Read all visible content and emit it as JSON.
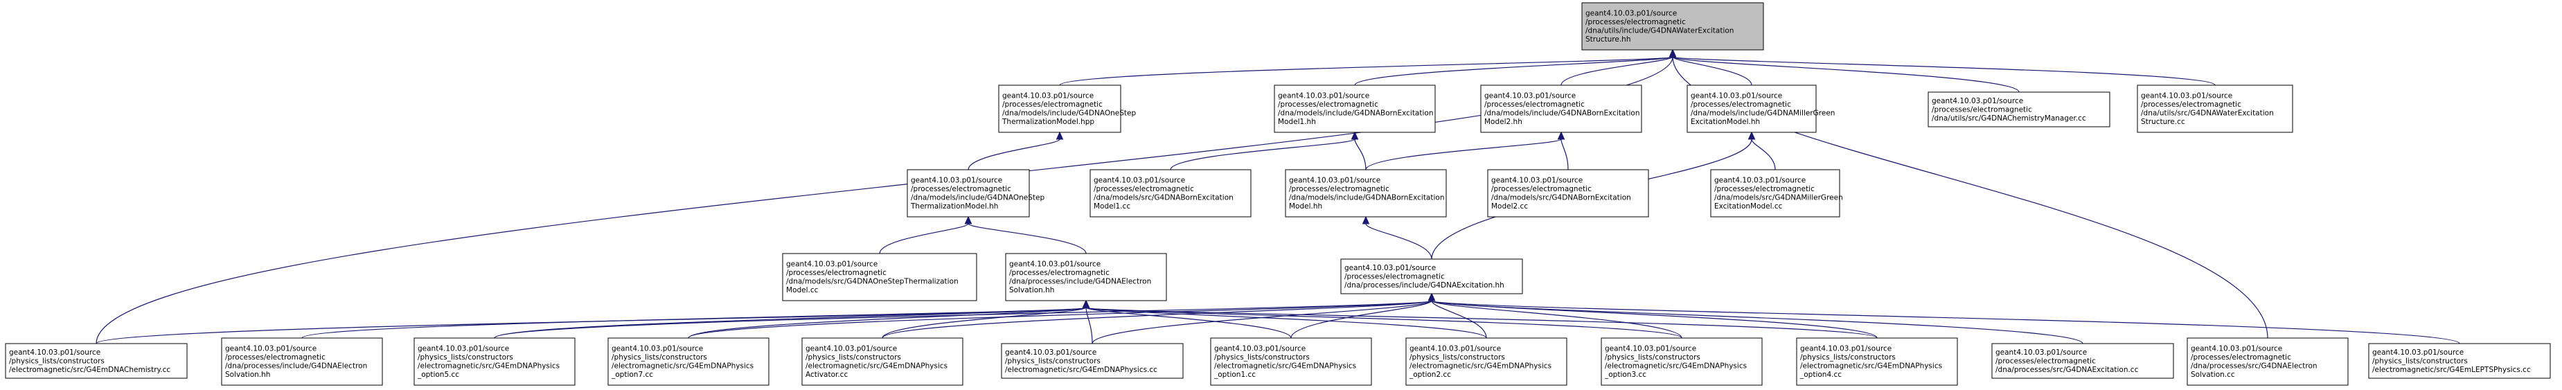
{
  "diagram": {
    "title": "",
    "nodes": [
      {
        "id": "root",
        "lines": [
          "geant4.10.03.p01/source",
          "/processes/electromagnetic",
          "/dna/utils/include/G4DNAWaterExcitation",
          "Structure.hh"
        ]
      },
      {
        "id": "onestep_hpp",
        "lines": [
          "geant4.10.03.p01/source",
          "/processes/electromagnetic",
          "/dna/models/include/G4DNAOneStep",
          "ThermalizationModel.hpp"
        ]
      },
      {
        "id": "born1_hh",
        "lines": [
          "geant4.10.03.p01/source",
          "/processes/electromagnetic",
          "/dna/models/include/G4DNABornExcitation",
          "Model1.hh"
        ]
      },
      {
        "id": "born2_hh",
        "lines": [
          "geant4.10.03.p01/source",
          "/processes/electromagnetic",
          "/dna/models/include/G4DNABornExcitation",
          "Model2.hh"
        ]
      },
      {
        "id": "miller_hh",
        "lines": [
          "geant4.10.03.p01/source",
          "/processes/electromagnetic",
          "/dna/models/include/G4DNAMillerGreen",
          "ExcitationModel.hh"
        ]
      },
      {
        "id": "chemmgr_cc",
        "lines": [
          "geant4.10.03.p01/source",
          "/processes/electromagnetic",
          "/dna/utils/src/G4DNAChemistryManager.cc"
        ]
      },
      {
        "id": "waterexc_cc",
        "lines": [
          "geant4.10.03.p01/source",
          "/processes/electromagnetic",
          "/dna/utils/src/G4DNAWaterExcitation",
          "Structure.cc"
        ]
      },
      {
        "id": "onestep_hh",
        "lines": [
          "geant4.10.03.p01/source",
          "/processes/electromagnetic",
          "/dna/models/include/G4DNAOneStep",
          "ThermalizationModel.hh"
        ]
      },
      {
        "id": "born1_cc",
        "lines": [
          "geant4.10.03.p01/source",
          "/processes/electromagnetic",
          "/dna/models/src/G4DNABornExcitation",
          "Model1.cc"
        ]
      },
      {
        "id": "bornglue_hh",
        "lines": [
          "geant4.10.03.p01/source",
          "/processes/electromagnetic",
          "/dna/models/include/G4DNABornExcitation",
          "Model.hh"
        ]
      },
      {
        "id": "born2_cc",
        "lines": [
          "geant4.10.03.p01/source",
          "/processes/electromagnetic",
          "/dna/models/src/G4DNABornExcitation",
          "Model2.cc"
        ]
      },
      {
        "id": "miller_cc",
        "lines": [
          "geant4.10.03.p01/source",
          "/processes/electromagnetic",
          "/dna/models/src/G4DNAMillerGreen",
          "ExcitationModel.cc"
        ]
      },
      {
        "id": "onestep_cc",
        "lines": [
          "geant4.10.03.p01/source",
          "/processes/electromagnetic",
          "/dna/models/src/G4DNAOneStepThermalization",
          "Model.cc"
        ]
      },
      {
        "id": "esolv_hh",
        "lines": [
          "geant4.10.03.p01/source",
          "/processes/electromagnetic",
          "/dna/processes/include/G4DNAElectron",
          "Solvation.hh"
        ]
      },
      {
        "id": "excitation_hh",
        "lines": [
          "geant4.10.03.p01/source",
          "/processes/electromagnetic",
          "/dna/processes/include/G4DNAExcitation.hh"
        ]
      },
      {
        "id": "emdnachem_cc",
        "lines": [
          "geant4.10.03.p01/source",
          "/physics_lists/constructors",
          "/electromagnetic/src/G4EmDNAChemistry.cc"
        ]
      },
      {
        "id": "esolv_inc_hh",
        "lines": [
          "geant4.10.03.p01/source",
          "/processes/electromagnetic",
          "/dna/processes/include/G4DNAElectron",
          "Solvation.hh"
        ]
      },
      {
        "id": "opt5_cc",
        "lines": [
          "geant4.10.03.p01/source",
          "/physics_lists/constructors",
          "/electromagnetic/src/G4EmDNAPhysics",
          "_option5.cc"
        ]
      },
      {
        "id": "opt7_cc",
        "lines": [
          "geant4.10.03.p01/source",
          "/physics_lists/constructors",
          "/electromagnetic/src/G4EmDNAPhysics",
          "_option7.cc"
        ]
      },
      {
        "id": "activator_cc",
        "lines": [
          "geant4.10.03.p01/source",
          "/physics_lists/constructors",
          "/electromagnetic/src/G4EmDNAPhysics",
          "Activator.cc"
        ]
      },
      {
        "id": "emdnaphys_cc",
        "lines": [
          "geant4.10.03.p01/source",
          "/physics_lists/constructors",
          "/electromagnetic/src/G4EmDNAPhysics.cc"
        ]
      },
      {
        "id": "opt1_cc",
        "lines": [
          "geant4.10.03.p01/source",
          "/physics_lists/constructors",
          "/electromagnetic/src/G4EmDNAPhysics",
          "_option1.cc"
        ]
      },
      {
        "id": "opt2_cc",
        "lines": [
          "geant4.10.03.p01/source",
          "/physics_lists/constructors",
          "/electromagnetic/src/G4EmDNAPhysics",
          "_option2.cc"
        ]
      },
      {
        "id": "opt3_cc",
        "lines": [
          "geant4.10.03.p01/source",
          "/physics_lists/constructors",
          "/electromagnetic/src/G4EmDNAPhysics",
          "_option3.cc"
        ]
      },
      {
        "id": "opt4_cc",
        "lines": [
          "geant4.10.03.p01/source",
          "/physics_lists/constructors",
          "/electromagnetic/src/G4EmDNAPhysics",
          "_option4.cc"
        ]
      },
      {
        "id": "dnaexc_cc",
        "lines": [
          "geant4.10.03.p01/source",
          "/processes/electromagnetic",
          "/dna/processes/src/G4DNAExcitation.cc"
        ]
      },
      {
        "id": "esolv_cc",
        "lines": [
          "geant4.10.03.p01/source",
          "/processes/electromagnetic",
          "/dna/processes/src/G4DNAElectron",
          "Solvation.cc"
        ]
      },
      {
        "id": "lepts_cc",
        "lines": [
          "geant4.10.03.p01/source",
          "/physics_lists/constructors",
          "/electromagnetic/src/G4EmLEPTSPhysics.cc"
        ]
      }
    ],
    "edges": [
      [
        "onestep_hpp",
        "root"
      ],
      [
        "born1_hh",
        "root"
      ],
      [
        "born2_hh",
        "root"
      ],
      [
        "miller_hh",
        "root"
      ],
      [
        "chemmgr_cc",
        "root"
      ],
      [
        "waterexc_cc",
        "root"
      ],
      [
        "emdnachem_cc",
        "root"
      ],
      [
        "esolv_cc",
        "root"
      ],
      [
        "onestep_hh",
        "onestep_hpp"
      ],
      [
        "born1_cc",
        "born1_hh"
      ],
      [
        "bornglue_hh",
        "born1_hh"
      ],
      [
        "bornglue_hh",
        "born2_hh"
      ],
      [
        "born2_cc",
        "born2_hh"
      ],
      [
        "miller_cc",
        "miller_hh"
      ],
      [
        "excitation_hh",
        "miller_hh"
      ],
      [
        "onestep_cc",
        "onestep_hh"
      ],
      [
        "esolv_hh",
        "onestep_hh"
      ],
      [
        "excitation_hh",
        "bornglue_hh"
      ],
      [
        "emdnachem_cc",
        "esolv_hh"
      ],
      [
        "esolv_inc_hh",
        "esolv_hh"
      ],
      [
        "opt5_cc",
        "esolv_hh"
      ],
      [
        "opt7_cc",
        "esolv_hh"
      ],
      [
        "activator_cc",
        "esolv_hh"
      ],
      [
        "emdnaphys_cc",
        "esolv_hh"
      ],
      [
        "opt1_cc",
        "esolv_hh"
      ],
      [
        "opt2_cc",
        "esolv_hh"
      ],
      [
        "opt3_cc",
        "esolv_hh"
      ],
      [
        "opt4_cc",
        "esolv_hh"
      ],
      [
        "opt5_cc",
        "excitation_hh"
      ],
      [
        "opt7_cc",
        "excitation_hh"
      ],
      [
        "activator_cc",
        "excitation_hh"
      ],
      [
        "emdnaphys_cc",
        "excitation_hh"
      ],
      [
        "opt1_cc",
        "excitation_hh"
      ],
      [
        "opt2_cc",
        "excitation_hh"
      ],
      [
        "opt3_cc",
        "excitation_hh"
      ],
      [
        "opt4_cc",
        "excitation_hh"
      ],
      [
        "dnaexc_cc",
        "excitation_hh"
      ],
      [
        "lepts_cc",
        "excitation_hh"
      ]
    ]
  }
}
